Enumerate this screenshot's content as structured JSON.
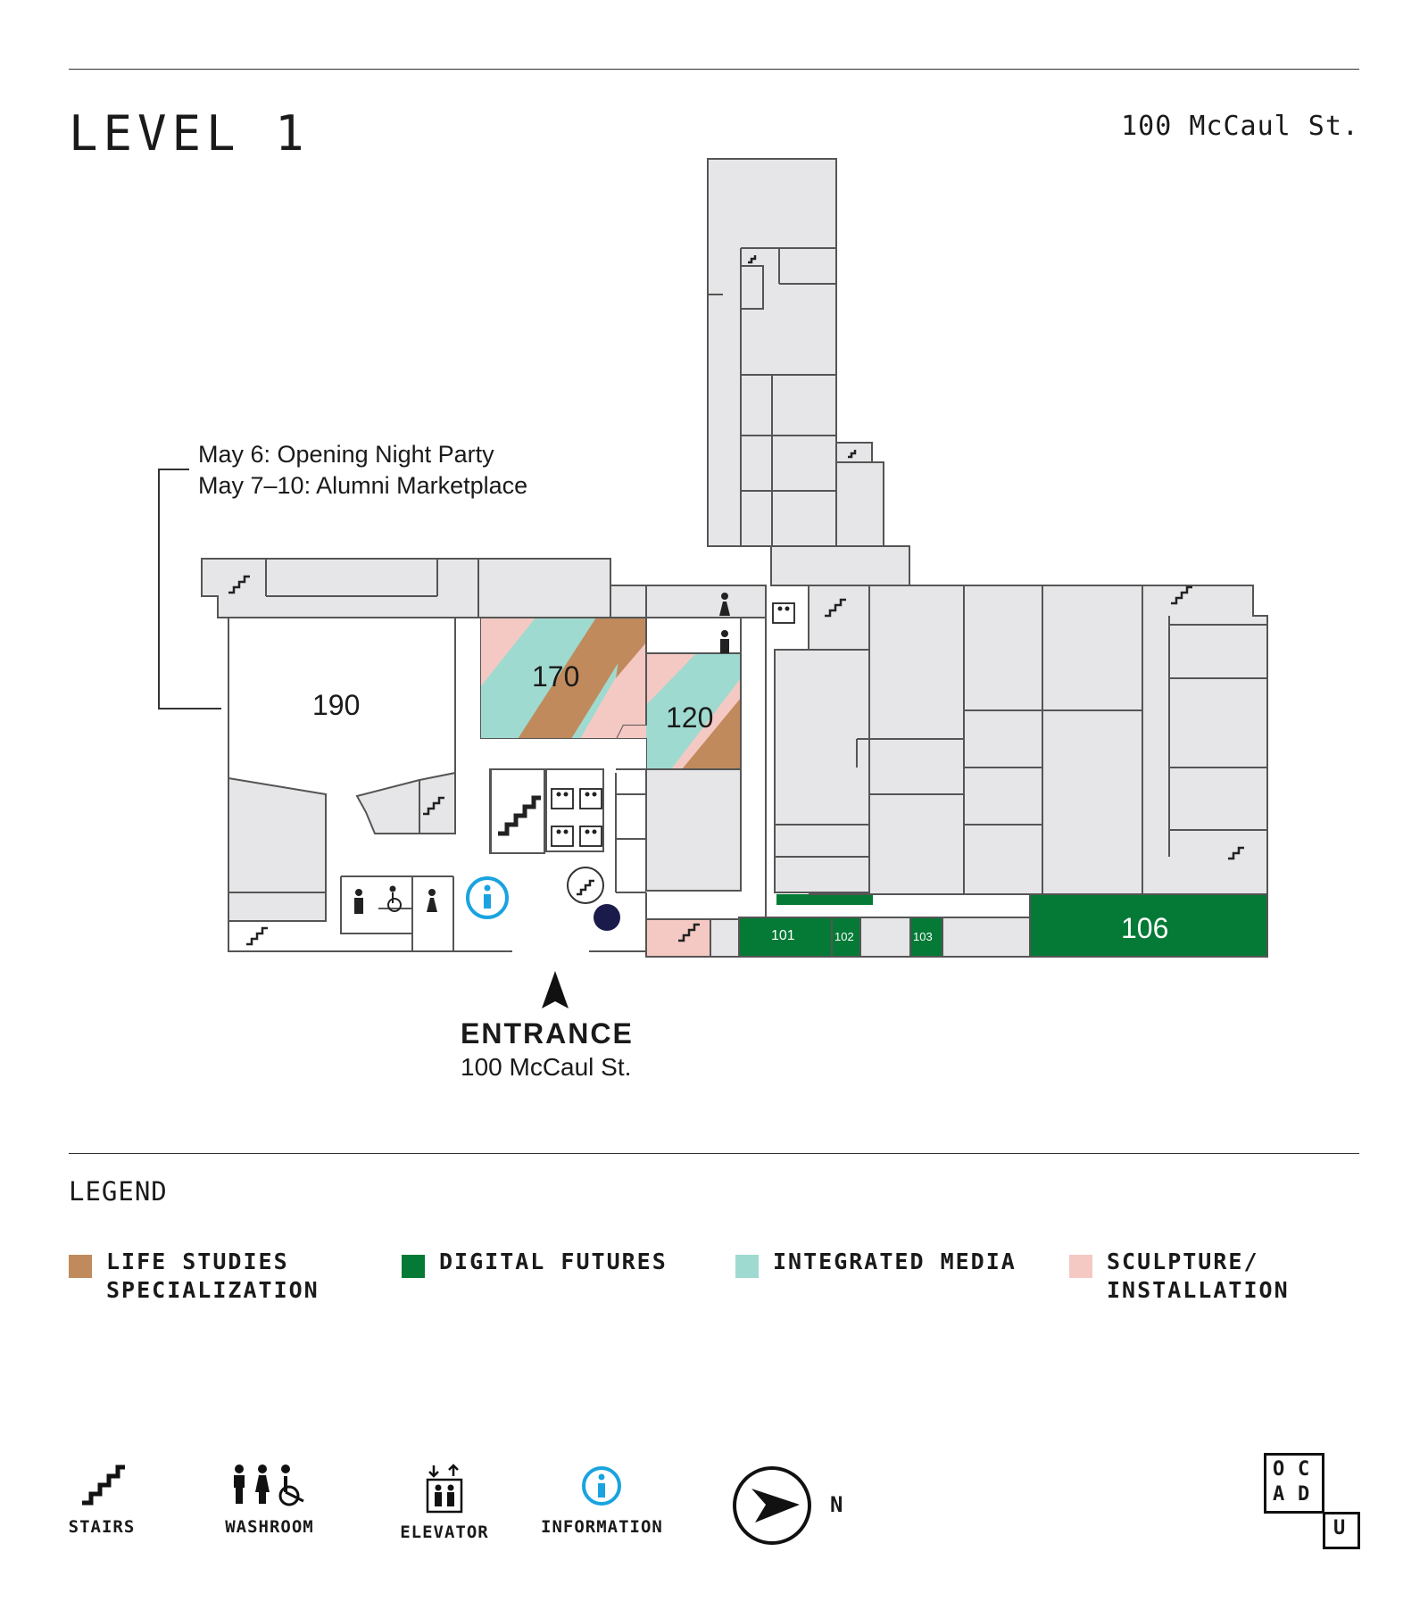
{
  "header": {
    "level_title": "LEVEL 1",
    "address": "100 McCaul St."
  },
  "map": {
    "event_note": {
      "line1": "May 6: Opening Night Party",
      "line2": "May 7–10: Alumni Marketplace"
    },
    "rooms": {
      "r190": "190",
      "r170": "170",
      "r120": "120",
      "r101": "101",
      "r102": "102",
      "r103": "103",
      "r106": "106"
    },
    "entrance": {
      "label": "ENTRANCE",
      "address": "100 McCaul St."
    }
  },
  "legend": {
    "title": "LEGEND",
    "items": [
      {
        "label": "LIFE STUDIES\nSPECIALIZATION",
        "color": "#c08a5c"
      },
      {
        "label": "DIGITAL FUTURES",
        "color": "#047a36"
      },
      {
        "label": "INTEGRATED MEDIA",
        "color": "#9fdad0"
      },
      {
        "label": "SCULPTURE/\nINSTALLATION",
        "color": "#f5c9c3"
      }
    ]
  },
  "key": {
    "stairs": "STAIRS",
    "washroom": "WASHROOM",
    "elevator": "ELEVATOR",
    "information": "INFORMATION",
    "north": "N"
  },
  "logo": {
    "letters": [
      "O",
      "C",
      "A",
      "D",
      "U"
    ]
  },
  "colors": {
    "room_fill": "#e6e6e8",
    "wall": "#555555",
    "info_blue": "#1aa3e0",
    "marker_navy": "#1b1b4b"
  }
}
